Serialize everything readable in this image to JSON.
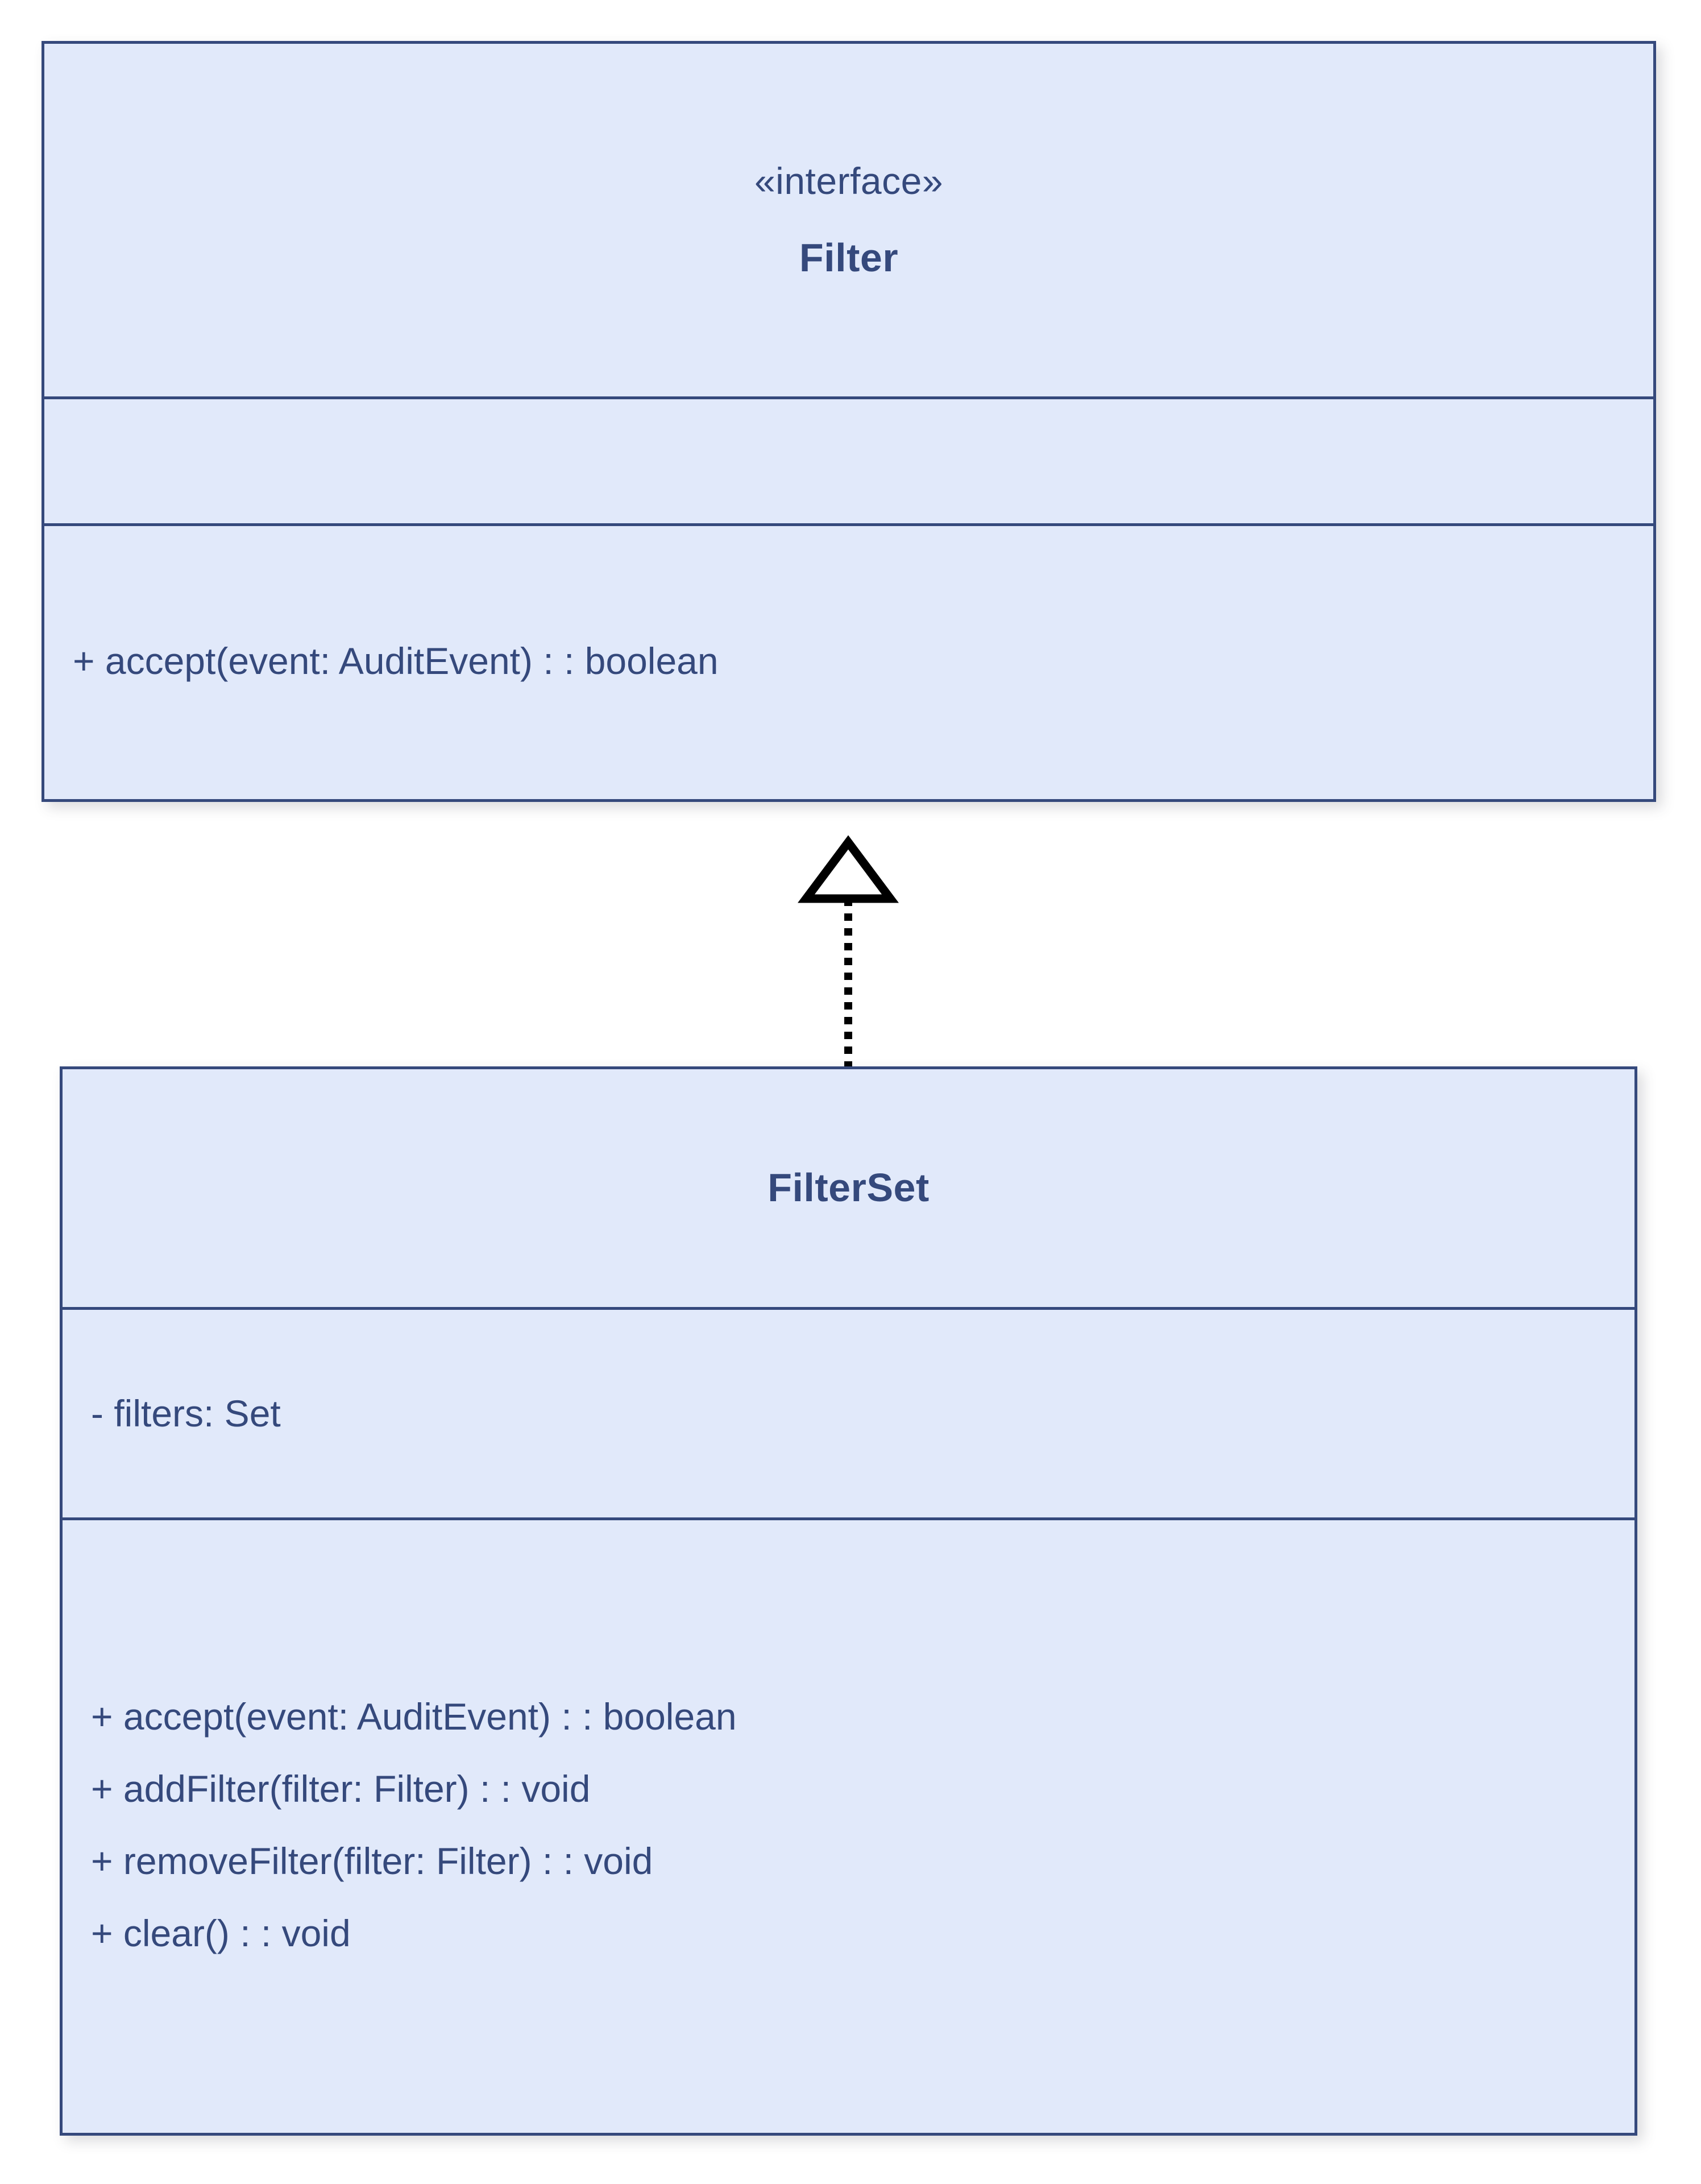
{
  "diagram": {
    "type": "uml-class-diagram",
    "colors": {
      "fill": "#e1e9fa",
      "border": "#35497c",
      "text": "#35497c",
      "connector": "#000000",
      "background": "#ffffff"
    },
    "classes": [
      {
        "id": "filter",
        "stereotype": "«interface»",
        "name": "Filter",
        "attributes": [],
        "operations": [
          "+ accept(event: AuditEvent) : : boolean"
        ]
      },
      {
        "id": "filterset",
        "stereotype": "",
        "name": "FilterSet",
        "attributes": [
          "- filters: Set"
        ],
        "operations": [
          "+ accept(event: AuditEvent) : : boolean",
          "+ addFilter(filter: Filter) : : void",
          "+ removeFilter(filter: Filter) : : void",
          "+ clear() : : void"
        ]
      }
    ],
    "relationships": [
      {
        "id": "filterset-realizes-filter",
        "kind": "realization",
        "source": "filterset",
        "target": "filter",
        "line_style": "dotted",
        "arrowhead": "hollow-triangle",
        "label": ""
      }
    ]
  }
}
